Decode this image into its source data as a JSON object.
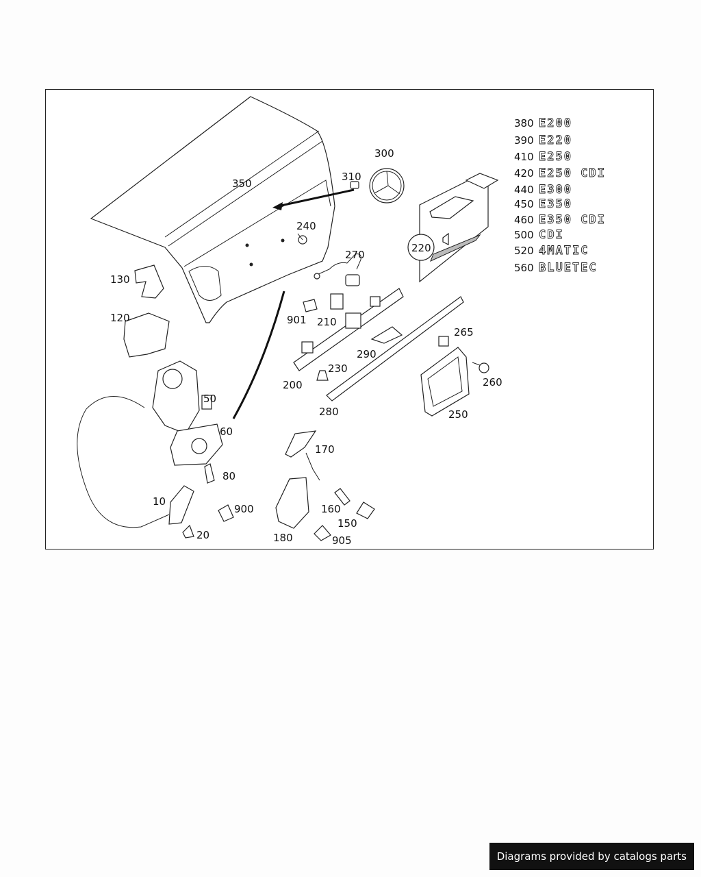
{
  "labels": {
    "p10": "10",
    "p20": "20",
    "p50": "50",
    "p60": "60",
    "p80": "80",
    "p120": "120",
    "p130": "130",
    "p150": "150",
    "p160": "160",
    "p170": "170",
    "p180": "180",
    "p200": "200",
    "p210": "210",
    "p220": "220",
    "p230": "230",
    "p240": "240",
    "p250": "250",
    "p260": "260",
    "p265": "265",
    "p270": "270",
    "p280": "280",
    "p290": "290",
    "p300": "300",
    "p310": "310",
    "p350": "350",
    "p900": "900",
    "p901": "901",
    "p905": "905"
  },
  "badges": [
    {
      "num": "380",
      "text": "E200"
    },
    {
      "num": "390",
      "text": "E220"
    },
    {
      "num": "410",
      "text": "E250"
    },
    {
      "num": "420",
      "text": "E250 CDI"
    },
    {
      "num": "440",
      "text": "E300"
    },
    {
      "num": "450",
      "text": "E350"
    },
    {
      "num": "460",
      "text": "E350 CDI"
    },
    {
      "num": "500",
      "text": "CDI"
    },
    {
      "num": "520",
      "text": "4MATIC"
    },
    {
      "num": "560",
      "text": "BLUETEC"
    }
  ],
  "footer": {
    "credit": "Diagrams provided by catalogs parts"
  }
}
